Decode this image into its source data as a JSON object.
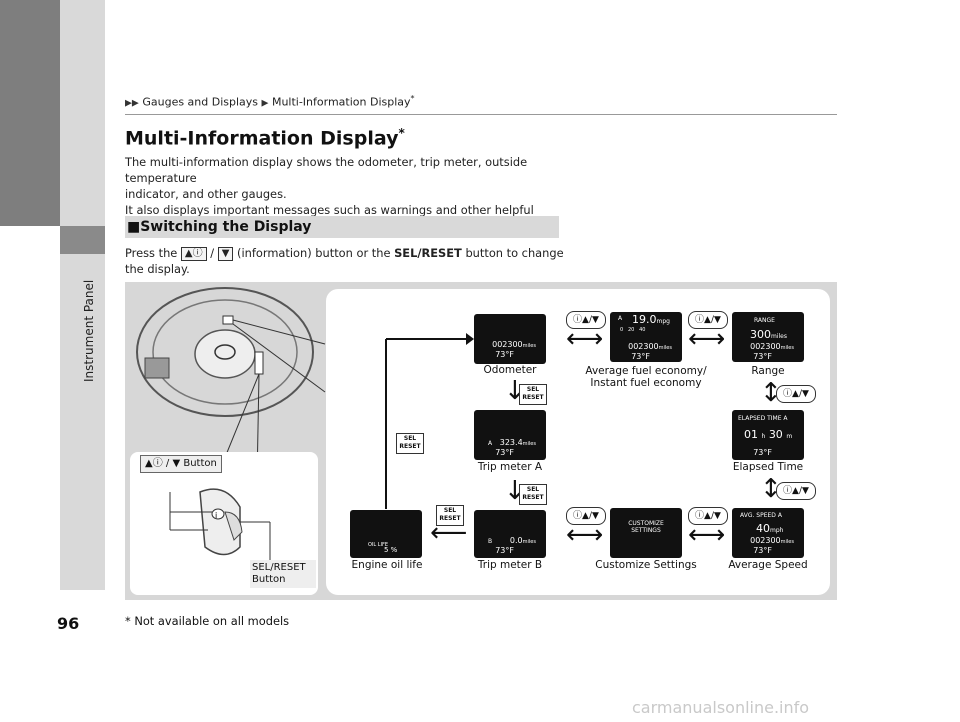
{
  "sidebar": {
    "chapter": "Instrument Panel"
  },
  "breadcrumb": {
    "part1": "Gauges and Displays",
    "part2": "Multi-Information Display",
    "star": "*"
  },
  "title": {
    "text": "Multi-Information Display",
    "star": "*"
  },
  "intro": {
    "line1": "The multi-information display shows the odometer, trip meter, outside temperature",
    "line2": "indicator, and other gauges.",
    "line3": "It also displays important messages such as warnings and other helpful information."
  },
  "section": {
    "heading": "■Switching the Display"
  },
  "press": {
    "pre": "Press the",
    "mid": "(information) button or the",
    "bold": "SEL/RESET",
    "post": "button to change the display."
  },
  "figure": {
    "button_label": "Button",
    "selreset_label1": "SEL/RESET",
    "selreset_label2": "Button",
    "sel_line1": "SEL",
    "sel_line2": "RESET",
    "info_btn": "ⓘ▲/▼",
    "labels": {
      "odometer": "Odometer",
      "trip_a": "Trip meter A",
      "trip_b": "Trip meter B",
      "engine_oil": "Engine oil life",
      "avg_fuel1": "Average fuel economy/",
      "avg_fuel2": "Instant fuel economy",
      "range": "Range",
      "elapsed": "Elapsed Time",
      "customize": "Customize Settings",
      "avg_speed": "Average Speed"
    },
    "screens": {
      "odo": "002300",
      "units": "miles",
      "temp": "73°F",
      "trip_a_prefix": "A",
      "trip_a": "323.4",
      "trip_b_prefix": "B",
      "trip_b": "0.0",
      "oil_title": "OIL LIFE",
      "oil_val": "5 %",
      "fuel_prefix": "A",
      "fuel_val": "19.0",
      "fuel_unit": "mpg",
      "fuel_scale": "0   20   40",
      "range_title": "RANGE",
      "range_val": "300",
      "range_unit": "miles",
      "elapsed_title": "ELAPSED TIME A",
      "elapsed_h": "01",
      "elapsed_m": "30",
      "h_unit": "h",
      "m_unit": "m",
      "customize1": "CUSTOMIZE",
      "customize2": "SETTINGS",
      "speed_title": "AVG. SPEED A",
      "speed_val": "40",
      "speed_unit": "mph"
    }
  },
  "footnote": {
    "text": "* Not available on all models"
  },
  "page": {
    "number": "96"
  },
  "watermark": {
    "text": "carmanualsonline.info"
  }
}
